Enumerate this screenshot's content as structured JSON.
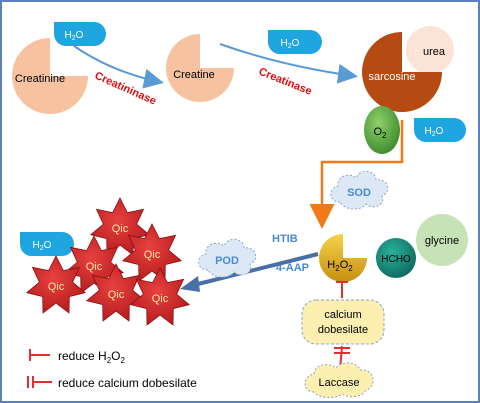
{
  "nodes": {
    "creatinine": "Creatinine",
    "creatine": "Creatine",
    "sarcosine": "sarcosine",
    "urea": "urea",
    "o2_base": "O",
    "o2_sub": "2",
    "h2o2_base": "H",
    "h2o2_sub1": "2",
    "h2o2_mid": "O",
    "h2o2_sub2": "2",
    "hcho": "HCHO",
    "glycine": "glycine",
    "sod": "SOD",
    "pod": "POD",
    "calcium_line1": "calcium",
    "calcium_line2": "dobesilate",
    "laccase": "Laccase",
    "qic": "Qic"
  },
  "water": {
    "base": "H",
    "sub": "2",
    "tail": "O"
  },
  "enzymes": {
    "creatininase": "Creatininase",
    "creatinase": "Creatinase"
  },
  "reagents": {
    "htib": "HTIB",
    "aap": "4-AAP"
  },
  "legend": {
    "reduce_h2o2_prefix": "reduce H",
    "reduce_h2o2_sub1": "2",
    "reduce_h2o2_mid": "O",
    "reduce_h2o2_sub2": "2",
    "reduce_calcium": "reduce calcium dobesilate"
  },
  "colors": {
    "frame": "#5b7fbf",
    "peach": "#f6c2a0",
    "sarcosine": "#b54b12",
    "water": "#1fa5e0",
    "o2": "#52a83c",
    "h2o2": "#e0b020",
    "hcho": "#1a8a7a",
    "glycine": "#c6e2b7",
    "cloud": "#dce8f5",
    "qic": "#d42a2a",
    "enzyme_text": "#e01010",
    "reagent_text": "#4a8ad0",
    "arrow_blue": "#5b9bd5",
    "arrow_orange": "#f07a1a",
    "arrow_dark": "#4a6fa5",
    "inhibit": "#e03030",
    "calcium_box": "#fdefb0"
  }
}
